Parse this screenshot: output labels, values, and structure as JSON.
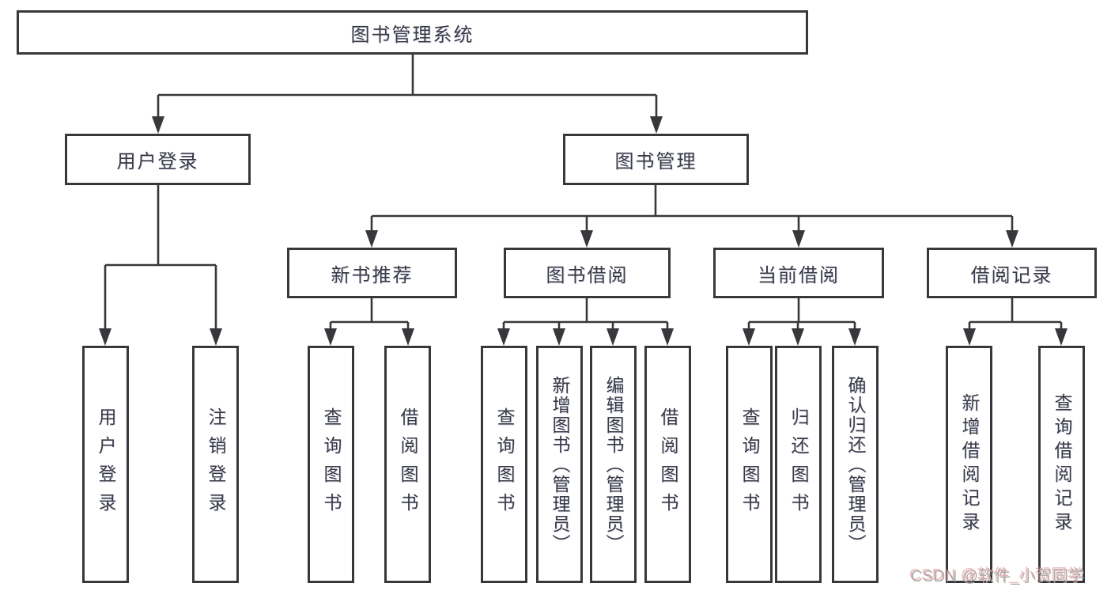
{
  "tree": {
    "label": "图书管理系统",
    "children": [
      {
        "label": "用户登录",
        "children": [
          {
            "label": "用户登录"
          },
          {
            "label": "注销登录"
          }
        ]
      },
      {
        "label": "图书管理",
        "children": [
          {
            "label": "新书推荐",
            "children": [
              {
                "label": "查询图书"
              },
              {
                "label": "借阅图书"
              }
            ]
          },
          {
            "label": "图书借阅",
            "children": [
              {
                "label": "查询图书"
              },
              {
                "label": "新增图书（管理员）"
              },
              {
                "label": "编辑图书（管理员）"
              },
              {
                "label": "借阅图书"
              }
            ]
          },
          {
            "label": "当前借阅",
            "children": [
              {
                "label": "查询图书"
              },
              {
                "label": "归还图书"
              },
              {
                "label": "确认归还（管理员）"
              }
            ]
          },
          {
            "label": "借阅记录",
            "children": [
              {
                "label": "新增借阅记录"
              },
              {
                "label": "查询借阅记录"
              }
            ]
          }
        ]
      }
    ]
  },
  "watermark": {
    "text": "CSDN @软件_小贺同学"
  },
  "colors": {
    "line": "#38383c",
    "box_border": "#38383c",
    "text": "#3a3a44",
    "watermark": "#ababab"
  }
}
